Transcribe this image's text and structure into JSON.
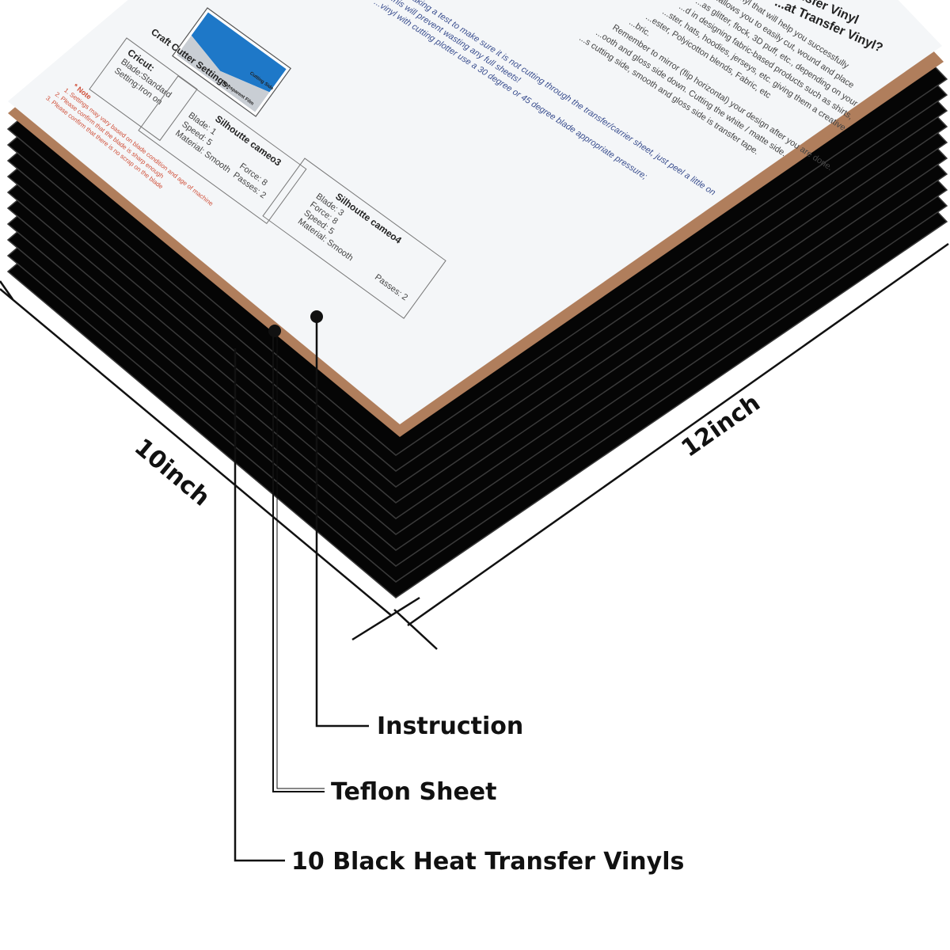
{
  "colors": {
    "vinyl": "#050505",
    "teflon": "#b07e5c",
    "sheet": "#f4f6f8",
    "accent_blue": "#1e78c8",
    "note_red": "#d0503a"
  },
  "dimensions": {
    "width_label": "10inch",
    "length_label": "12inch"
  },
  "callouts": {
    "instruction": "Instruction",
    "teflon": "Teflon Sheet",
    "vinyls": "10 Black Heat Transfer Vinyls"
  },
  "vinyl_count": 10,
  "sheet": {
    "title_line1": "...nsfer Vinyl",
    "title_line2": "...at Transfer Vinyl?",
    "body_lines": [
      "...vinyl that will help you successfully",
      "...allows you to easily cut, wound and place",
      "...as glitter, flock, 3D puff, etc., depending on your",
      "...d in designing fabric-based products such as shirts,",
      "...ster, hats, hoodies, jerseys, etc. giving them a creative",
      "...ester, Polyicotton blends, Fabric, etc",
      "...bric.",
      "Remember to mirror (flip horizontal) your design after you are done.",
      "...ooth and gloss side down. Cutting the white / matte side.",
      "...s cutting side, smooth and gloss side  is transfer tape."
    ],
    "blue_lines": [
      "...making a test to make sure it is not cutting through the transfer/carrier sheet, just peel a little on",
      "...his will prevent wasting any full sheets!",
      "...vinyl with cutting plotter use a 30 degree or 45 degree blade appropriate pressure;"
    ],
    "image_labels": {
      "top": "Cutting Side",
      "bottom": "Transparent Film"
    },
    "settings_title": "Craft Cutter Settings:",
    "cricut": {
      "title": "Cricut:",
      "lines": [
        "Blade:Standard",
        "Setting:Iron on"
      ]
    },
    "cameo3": {
      "title": "Silhoutte cameo3",
      "left": [
        "Blade: 1",
        "Speed: 5",
        "Material: Smooth"
      ],
      "right": [
        "Force: 8",
        "Passes: 2"
      ]
    },
    "cameo4": {
      "title": "Silhoutte cameo4",
      "left": [
        "Blade: 3",
        "Force: 8",
        "Speed: 5",
        "Material: Smooth"
      ],
      "right": [
        "Passes: 2"
      ]
    },
    "note": {
      "title": "* Note",
      "lines": [
        "1. Settings may vary based on blade condition and age of machine",
        "2. Please confirm that the blade is sharp enough",
        "3. Please confirm that there is no scrap on the blade"
      ]
    }
  }
}
